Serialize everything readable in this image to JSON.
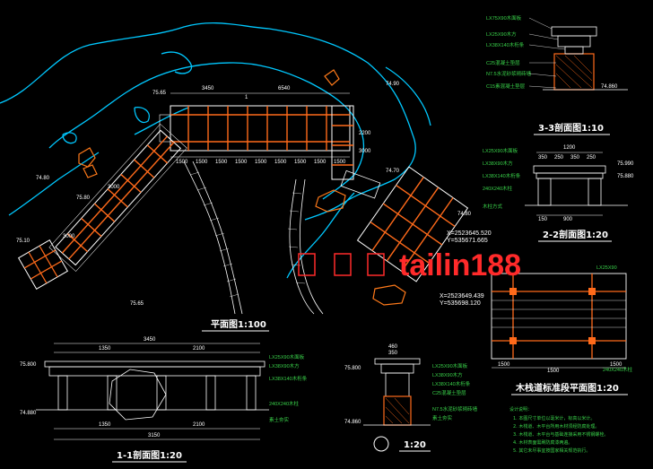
{
  "colors": {
    "background": "#000000",
    "terrain": "#00c8ff",
    "outline": "#ffffff",
    "posts": "#ff6a1a",
    "labels": "#39d24a",
    "notes": "#ffd43b",
    "watermark": "#ff2a2a"
  },
  "titles": {
    "plan": "平面图1:100",
    "section11": "1-1剖面图1:20",
    "section22": "2-2剖面图1:20",
    "section33": "3-3剖面图1:10",
    "detail": "1:20",
    "standard_plan": "木栈道标准段平面图1:20"
  },
  "watermark": "tailin188",
  "plan": {
    "dims": [
      "3450",
      "6540",
      "1",
      "1500",
      "1500",
      "1500",
      "1500",
      "1500",
      "1500",
      "1500",
      "1500",
      "1500",
      "2200",
      "3000",
      "3000",
      "3000"
    ],
    "levels": [
      "74.80",
      "75.65",
      "74.90",
      "75.10",
      "75.80",
      "75.65",
      "74.70",
      "74.80"
    ],
    "coords": [
      "X=2523645.520",
      "Y=535671.665",
      "X=2523649.439",
      "Y=535698.120"
    ]
  },
  "section33": {
    "labels": [
      "LX75X90木面板",
      "LX25X90木方",
      "LX38X140木桁条",
      "C25混凝土垫层",
      "N7.5水泥砂浆砌砖墙",
      "C15素混凝土垫层",
      "74.860"
    ]
  },
  "section22": {
    "dims": [
      "1200",
      "350",
      "250",
      "350",
      "250",
      "900",
      "150"
    ],
    "labels": [
      "LX25X90木面板",
      "LX38X90木方",
      "LX38X140木桁条",
      "240X240木柱",
      "75.990",
      "75.880",
      "木柱方式"
    ]
  },
  "section11": {
    "dims": [
      "3450",
      "1350",
      "2100",
      "1350",
      "2100",
      "3150"
    ],
    "labels": [
      "LX25X90木面板",
      "LX38X90木方",
      "LX38X140木桁条",
      "240X240木柱",
      "75.800",
      "74.880",
      "素土夯实"
    ]
  },
  "detail": {
    "dims": [
      "350",
      "460"
    ],
    "labels": [
      "LX25X90木面板",
      "LX38X90木方",
      "LX38X140木桁条",
      "C25混凝土垫层",
      "N7.5水泥砂浆砌砖墙",
      "素土夯实",
      "75.800",
      "74.860"
    ]
  },
  "standard_plan": {
    "dims": [
      "1500",
      "1500",
      "1500"
    ],
    "labels": [
      "LX25X90",
      "240X240木柱"
    ]
  },
  "notes": {
    "title": "设计说明：",
    "lines": [
      "1. 本图尺寸单位以毫米计，标高以米计。",
      "2. 木栈道、木平台所用木材须经防腐处理。",
      "3. 木栈道、木平台与基础连接采用不锈钢螺栓。",
      "4. 木材表面需刷防腐漆两遍。",
      "5. 其它未尽事宜按国家相关规范执行。"
    ]
  }
}
